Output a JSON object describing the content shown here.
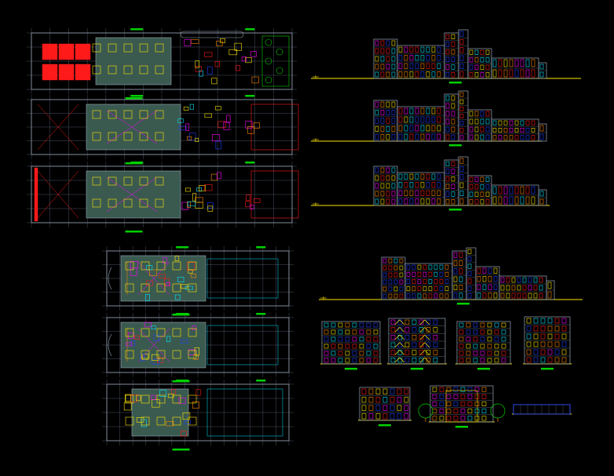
{
  "canvas": {
    "background": "#000000"
  },
  "palette": {
    "line": "#9aa7b8",
    "grid": "#5b6678",
    "room": "#3a5a50",
    "red": "#ff1a1a",
    "yellow": "#ffe600",
    "magenta": "#ff00ff",
    "cyan": "#00e5ff",
    "blue": "#2040ff",
    "green": "#00d000",
    "white": "#ffffff",
    "orange": "#ff8800"
  },
  "floor_plans": [
    {
      "name": "plan-ground-floor",
      "style": "ground"
    },
    {
      "name": "plan-upper-floor-1",
      "style": "upper"
    },
    {
      "name": "plan-upper-floor-2",
      "style": "upper-red"
    },
    {
      "name": "plan-lower-block-1",
      "style": "lower"
    },
    {
      "name": "plan-lower-block-2",
      "style": "lower"
    },
    {
      "name": "plan-lower-block-3",
      "style": "lower-plain"
    }
  ],
  "elevations": [
    {
      "name": "elevation-1"
    },
    {
      "name": "elevation-2"
    },
    {
      "name": "elevation-3"
    },
    {
      "name": "elevation-4"
    }
  ],
  "sections": [
    {
      "name": "section-1"
    },
    {
      "name": "section-2"
    },
    {
      "name": "section-3"
    },
    {
      "name": "section-4"
    },
    {
      "name": "detail-1"
    },
    {
      "name": "detail-2"
    },
    {
      "name": "detail-3"
    }
  ]
}
